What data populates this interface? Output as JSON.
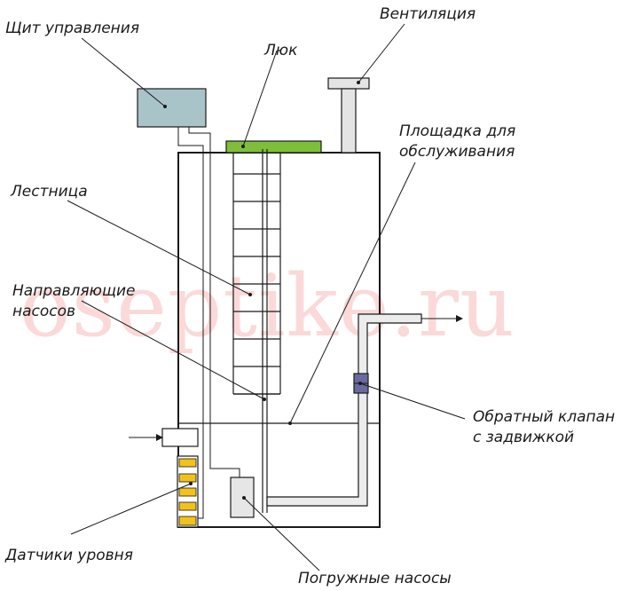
{
  "watermark": "oseptike.ru",
  "labels": {
    "control_panel": "Щит управления",
    "ventilation": "Вентиляция",
    "hatch": "Люк",
    "service_platform_line1": "Площадка для",
    "service_platform_line2": "обслуживания",
    "ladder": "Лестница",
    "pump_guides_line1": "Направляющие",
    "pump_guides_line2": "насосов",
    "check_valve_line1": "Обратный клапан",
    "check_valve_line2": "с задвижкой",
    "level_sensors": "Датчики уровня",
    "submersible_pumps": "Погружные насосы"
  },
  "colors": {
    "control_panel_fill": "#a9c4c8",
    "hatch_fill": "#7fbe3a",
    "ventilation_fill": "#e4e4e4",
    "sensor_fill": "#f2c21a",
    "valve_fill": "#6a6aa0",
    "pipe_fill": "#ececec",
    "watermark": "#fbd9d9"
  }
}
